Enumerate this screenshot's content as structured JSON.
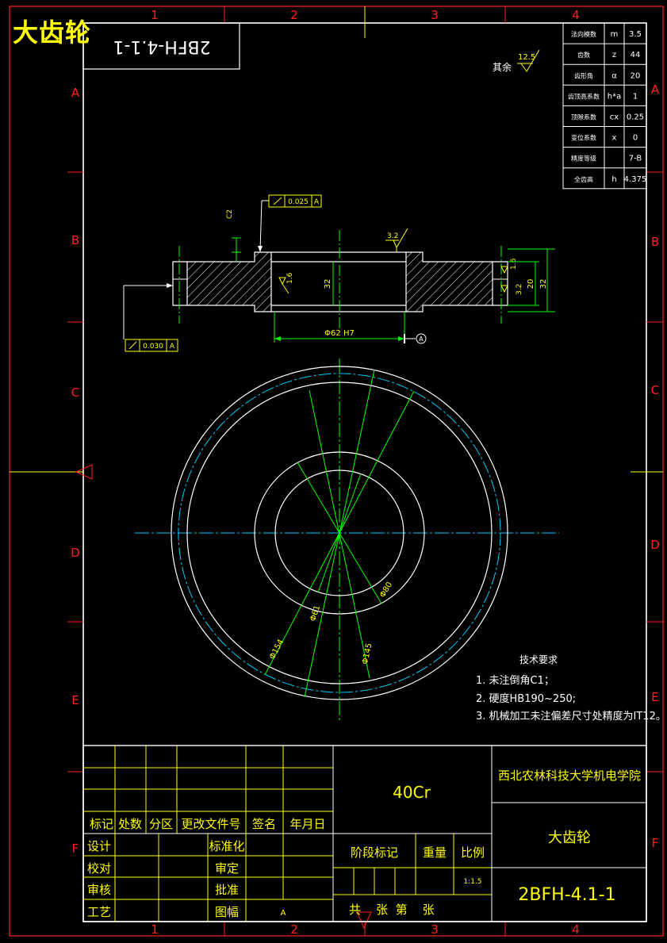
{
  "page_title": "大齿轮",
  "drawing_number_rotated": "2BFH-4.1-1",
  "zone_numbers": [
    "1",
    "2",
    "3",
    "4"
  ],
  "zone_letters": [
    "A",
    "B",
    "C",
    "D",
    "E",
    "F"
  ],
  "surface_finish": {
    "label": "其余",
    "value": "12.5"
  },
  "param_table": [
    {
      "name": "法向模数",
      "symbol": "m",
      "value": "3.5"
    },
    {
      "name": "齿数",
      "symbol": "z",
      "value": "44"
    },
    {
      "name": "齿形角",
      "symbol": "α",
      "value": "20"
    },
    {
      "name": "齿顶高系数",
      "symbol": "h*a",
      "value": "1"
    },
    {
      "name": "顶隙系数",
      "symbol": "cx",
      "value": "0.25"
    },
    {
      "name": "变位系数",
      "symbol": "x",
      "value": "0"
    },
    {
      "name": "精度等级",
      "symbol": "",
      "value": "7-B"
    },
    {
      "name": "全齿高",
      "symbol": "h",
      "value": "4.375"
    }
  ],
  "section_view": {
    "tolerance_top": "0.025",
    "tolerance_top_datum": "A",
    "tolerance_bottom": "0.030",
    "tolerance_bottom_datum": "A",
    "chamfer": "C2",
    "roughness_top": "3.2",
    "roughness_inner": "1.6",
    "roughness_right": "1.6",
    "roughness_right2": "3.2",
    "dim_height_inner": "32",
    "dim_20": "20",
    "dim_32_right": "32",
    "bore": "Φ62 H7",
    "datum": "A"
  },
  "front_view": {
    "d_outer": "Φ154",
    "d_pitch": "Φ145",
    "d_hub": "Φ80",
    "d_bore": "Φ61"
  },
  "tech_requirements": {
    "title": "技术要求",
    "items": [
      "1. 未注倒角C1；",
      "2. 硬度HB190~250;",
      "3. 机械加工未注偏差尺寸处精度为IT12。"
    ]
  },
  "title_block": {
    "material": "40Cr",
    "org": "西北农林科技大学机电学院",
    "part_name": "大齿轮",
    "drawing_no": "2BFH-4.1-1",
    "header_row": [
      "标记",
      "处数",
      "分区",
      "更改文件号",
      "签名",
      "年月日"
    ],
    "left_labels": [
      "设计",
      "校对",
      "审核",
      "工艺"
    ],
    "mid_labels": [
      "标准化",
      "审定",
      "批准",
      "图幅"
    ],
    "sheet_size": "A",
    "stage_label": "阶段标记",
    "weight_label": "重量",
    "scale_label": "比例",
    "scale_value": "1:1.5",
    "sheets_text": "共    张  第    张"
  },
  "colors": {
    "frame": "#ffffff",
    "zone": "#ff2020",
    "table": "#ffff00",
    "dim": "#00ff00",
    "centerline": "#00c8ff",
    "hatch": "#ffffff"
  }
}
